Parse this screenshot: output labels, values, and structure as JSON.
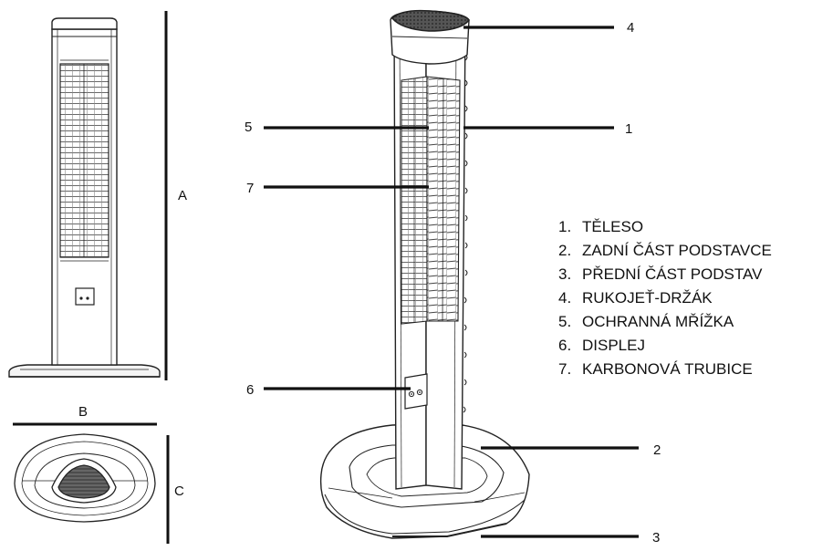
{
  "dimensions": {
    "a": "A",
    "b": "B",
    "c": "C"
  },
  "callouts": [
    "1",
    "2",
    "3",
    "4",
    "5",
    "6",
    "7"
  ],
  "legend": [
    {
      "num": "1.",
      "text": "TĚLESO"
    },
    {
      "num": "2.",
      "text": "ZADNÍ ČÁST PODSTAVCE"
    },
    {
      "num": "3.",
      "text": "PŘEDNÍ ČÁST PODSTAV"
    },
    {
      "num": "4.",
      "text": "RUKOJEŤ-DRŽÁK"
    },
    {
      "num": "5.",
      "text": "OCHRANNÁ MŘÍŽKA"
    },
    {
      "num": "6.",
      "text": "DISPLEJ"
    },
    {
      "num": "7.",
      "text": "KARBONOVÁ TRUBICE"
    }
  ]
}
